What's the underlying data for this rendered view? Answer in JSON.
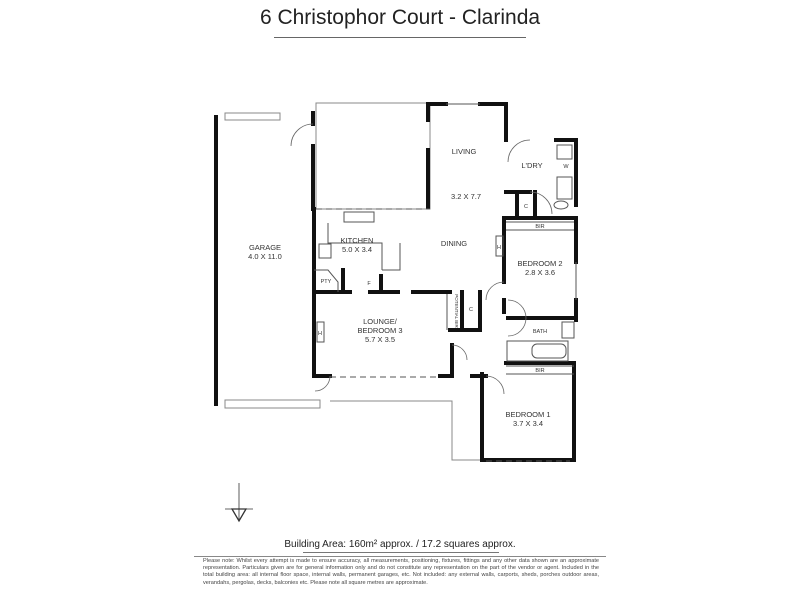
{
  "header": {
    "title": "6 Christophor Court - Clarinda"
  },
  "rooms": [
    {
      "name": "GARAGE",
      "dims": "4.0 X 11.0"
    },
    {
      "name": "LIVING",
      "dims": "3.2 X 7.7"
    },
    {
      "name": "L'DRY",
      "dims": ""
    },
    {
      "name": "KITCHEN",
      "dims": "5.0 X 3.4"
    },
    {
      "name": "DINING",
      "dims": ""
    },
    {
      "name": "BEDROOM 2",
      "dims": "2.8 X 3.6"
    },
    {
      "name": "LOUNGE/",
      "name2": "BEDROOM 3",
      "dims": "5.7 X 3.5"
    },
    {
      "name": "BATH",
      "dims": ""
    },
    {
      "name": "BEDROOM 1",
      "dims": "3.7 X 3.4"
    }
  ],
  "fixtures": {
    "pantry": "PTY",
    "fridge": "F",
    "cupboard1": "C",
    "cupboard2": "C",
    "bir1": "BIR",
    "bir2": "BIR",
    "heater1": "H",
    "heater2": "H",
    "washer": "W",
    "potential_bir": "POTENTIAL BIR"
  },
  "footer": {
    "building_area": "Building Area: 160m²  approx. / 17.2 squares approx.",
    "disclaimer": "Please note: Whilst every attempt is made to ensure accuracy, all measurements, positioning, fixtures, fittings and any other data shown are an approximate representation.  Particulars given are for general information only and do not constitute any representation on the part of the vendor or agent. Included in the total building area: all internal floor space, internal walls, permanent garages, etc. Not included: any external walls, carports, sheds, porches outdoor areas, verandahs, pergolas, decks, balconies etc. Please note all square metres are approximate."
  },
  "compass": {
    "icon": "north-arrow-icon"
  }
}
